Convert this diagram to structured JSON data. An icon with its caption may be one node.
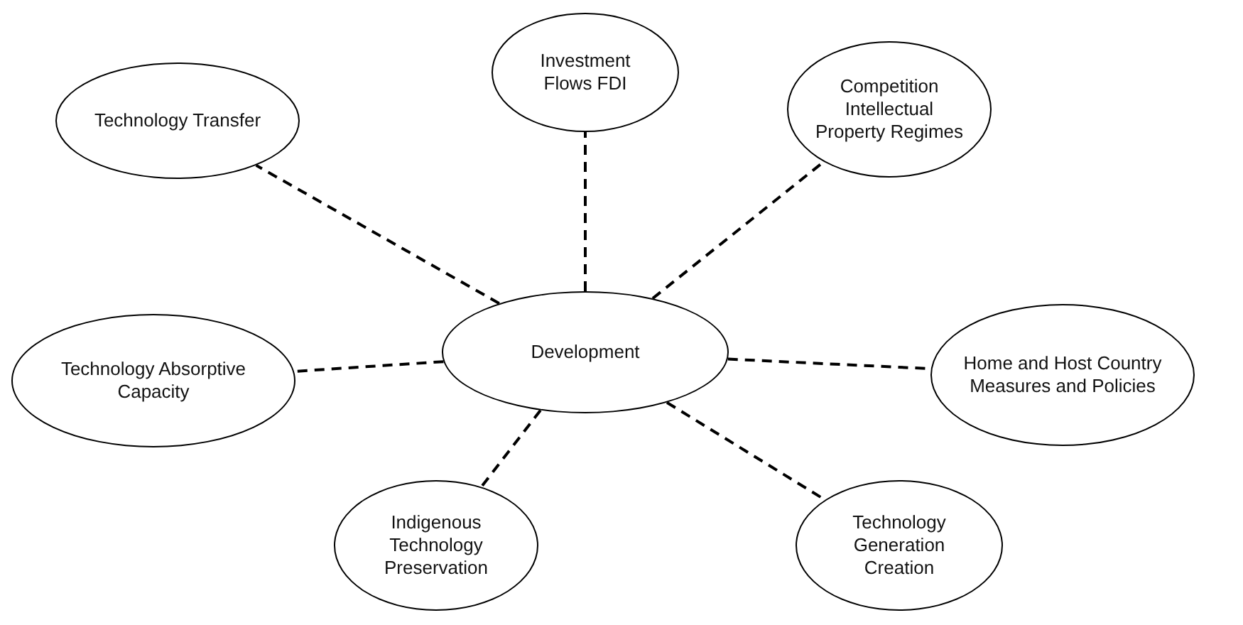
{
  "diagram": {
    "nodes": [
      {
        "text": [
          "Investment Flows FDI"
        ]
      },
      {
        "text": [
          "Technology Transfer"
        ]
      },
      {
        "text": [
          "Competition Intellectual Property Regimes"
        ]
      },
      {
        "text": [
          "Development"
        ]
      },
      {
        "text": [
          "Technology Absorptive Capacity"
        ]
      },
      {
        "text": [
          "Home and Host Country Measures and Policies"
        ]
      },
      {
        "text": [
          "Indigenous Technology Preservation"
        ]
      },
      {
        "text": [
          "Technology Generation Creation"
        ]
      }
    ],
    "edges": [
      {
        "from": 3,
        "to": 0,
        "arrow": "none",
        "style": "dashed"
      },
      {
        "from": 3,
        "to": 1,
        "arrow": "none",
        "style": "dashed"
      },
      {
        "from": 3,
        "to": 2,
        "arrow": "none",
        "style": "dashed"
      },
      {
        "from": 3,
        "to": 4,
        "arrow": "none",
        "style": "dashed"
      },
      {
        "from": 3,
        "to": 5,
        "arrow": "none",
        "style": "dashed"
      },
      {
        "from": 3,
        "to": 6,
        "arrow": "none",
        "style": "dashed"
      },
      {
        "from": 3,
        "to": 7,
        "arrow": "none",
        "style": "dashed"
      }
    ]
  }
}
